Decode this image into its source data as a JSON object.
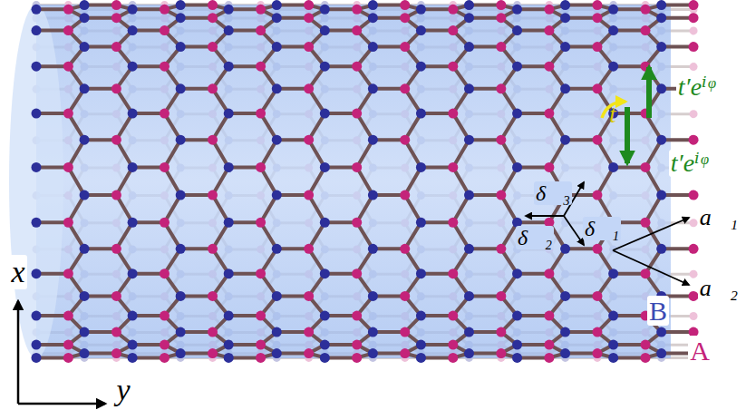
{
  "diagram": {
    "labels": [
      "t",
      "t′eⁱᵠ",
      "t′eⁱᵠ",
      "δ⃗₃",
      "δ⃗₂",
      "δ⃗₁",
      "a⃗₁",
      "a⃗₂",
      "x",
      "B",
      "A",
      "y"
    ]
  }
}
